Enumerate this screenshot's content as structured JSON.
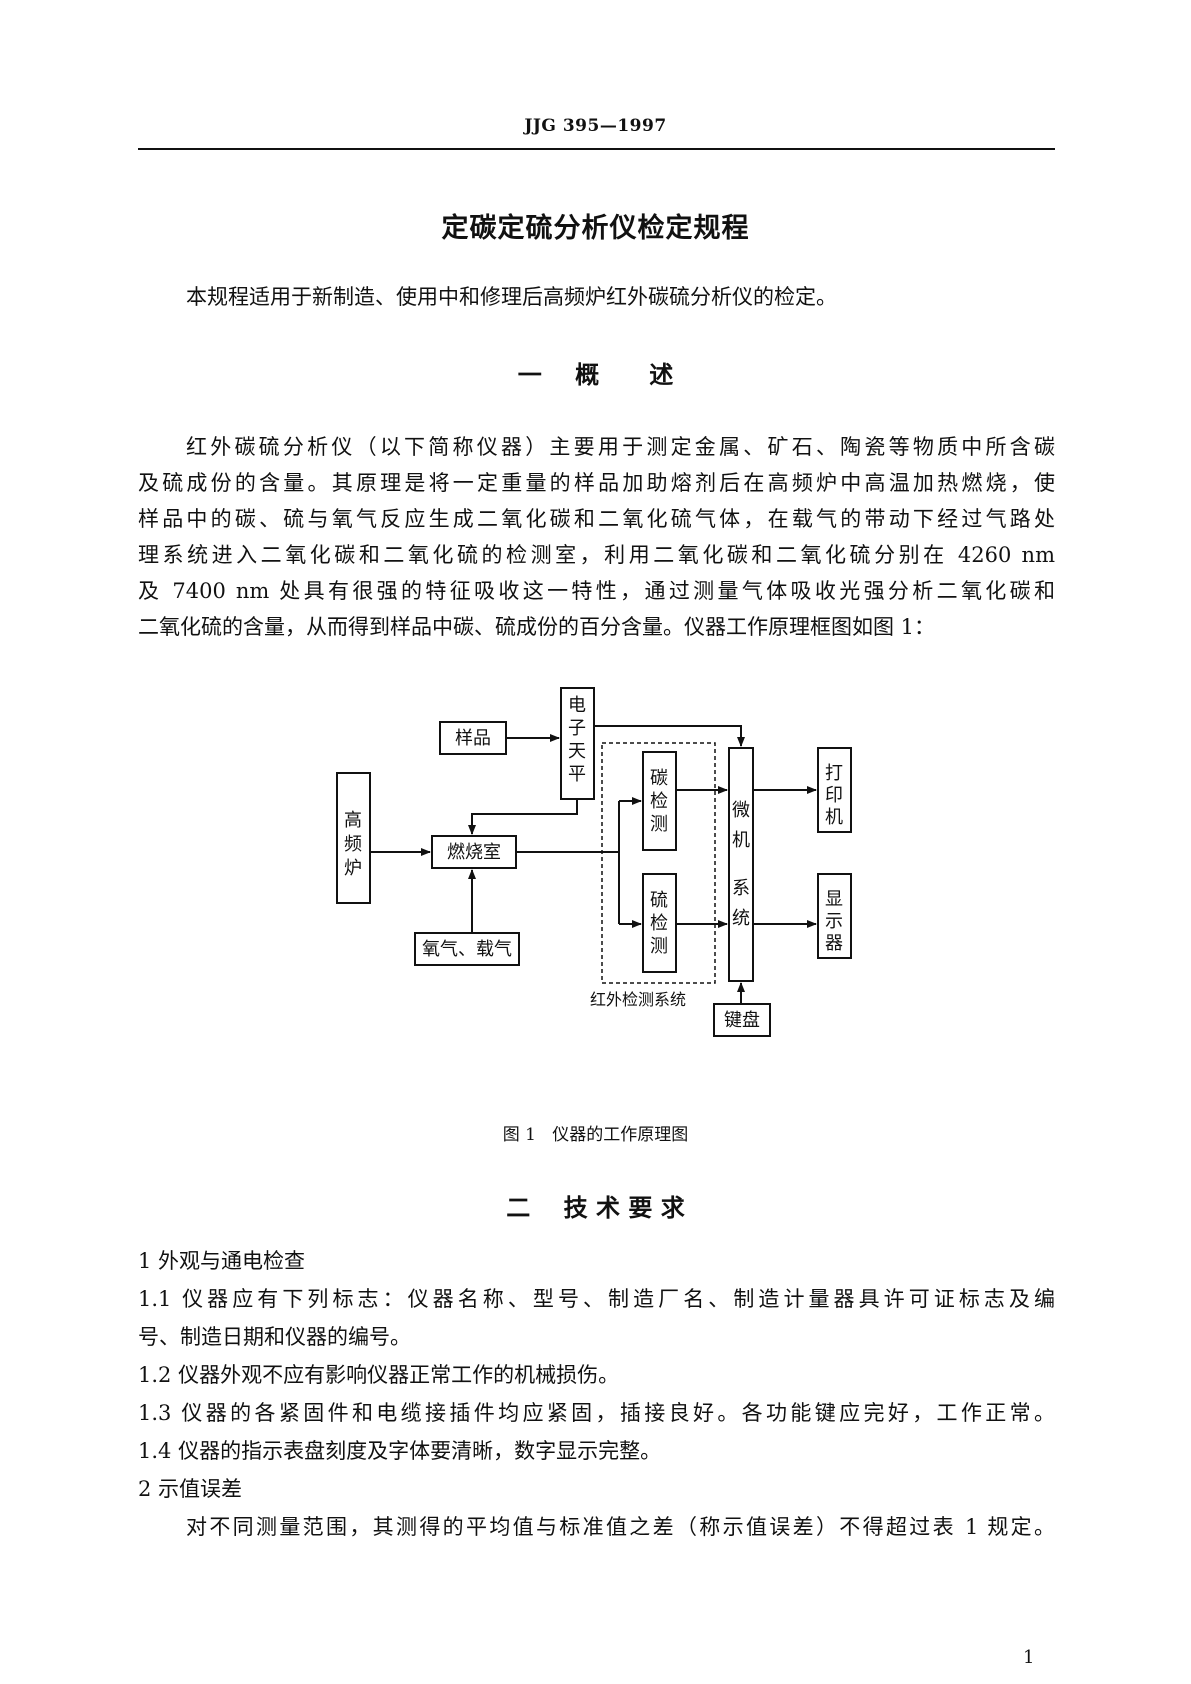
{
  "header": {
    "code": "JJG 395—1997"
  },
  "document": {
    "title": "定碳定硫分析仪检定规程",
    "scope": "本规程适用于新制造、使用中和修理后高频炉红外碳硫分析仪的检定。"
  },
  "section1": {
    "title": "一    概      述",
    "paragraph_lines": [
      "红外碳硫分析仪（以下简称仪器）主要用于测定金属、矿石、陶瓷等物质中所含碳",
      "及硫成份的含量。其原理是将一定重量的样品加助熔剂后在高频炉中高温加热燃烧，使",
      "样品中的碳、硫与氧气反应生成二氧化碳和二氧化硫气体，在载气的带动下经过气路处",
      "理系统进入二氧化碳和二氧化硫的检测室，利用二氧化碳和二氧化硫分别在 4260 nm",
      "及 7400 nm 处具有很强的特征吸收这一特性，通过测量气体吸收光强分析二氧化碳和",
      "二氧化硫的含量，从而得到样品中碳、硫成份的百分含量。仪器工作原理框图如图 1："
    ]
  },
  "figure1": {
    "caption": "图 1   仪器的工作原理图",
    "blocks": {
      "sample": "样品",
      "balance": [
        "电",
        "子",
        "天",
        "平"
      ],
      "furnace": [
        "高",
        "频",
        "炉"
      ],
      "combustion": "燃烧室",
      "gas": "氧气、载气",
      "carbon": [
        "碳",
        "检",
        "测"
      ],
      "sulfur": [
        "硫",
        "检",
        "测"
      ],
      "micro": [
        "微",
        "机",
        "系",
        "统"
      ],
      "printer": [
        "打",
        "印",
        "机"
      ],
      "display": [
        "显",
        "示",
        "器"
      ],
      "keyboard": "键盘",
      "ir_label": "红外检测系统"
    }
  },
  "section2": {
    "title": "二    技 术 要 求",
    "items": [
      {
        "text": "1    外观与通电检查",
        "indent": false,
        "last": true
      },
      {
        "text": "1.1    仪器应有下列标志：仪器名称、型号、制造厂名、制造计量器具许可证标志及编",
        "indent": false,
        "last": false
      },
      {
        "text": "号、制造日期和仪器的编号。",
        "indent": false,
        "last": true
      },
      {
        "text": "1.2    仪器外观不应有影响仪器正常工作的机械损伤。",
        "indent": false,
        "last": true
      },
      {
        "text": "1.3    仪器的各紧固件和电缆接插件均应紧固，插接良好。各功能键应完好，工作正常。",
        "indent": false,
        "last": false
      },
      {
        "text": "1.4    仪器的指示表盘刻度及字体要清晰，数字显示完整。",
        "indent": false,
        "last": true
      },
      {
        "text": "2    示值误差",
        "indent": false,
        "last": true
      },
      {
        "text": "对不同测量范围，其测得的平均值与标准值之差（称示值误差）不得超过表 1 规定。",
        "indent": true,
        "last": false
      }
    ]
  },
  "page_number": "1"
}
